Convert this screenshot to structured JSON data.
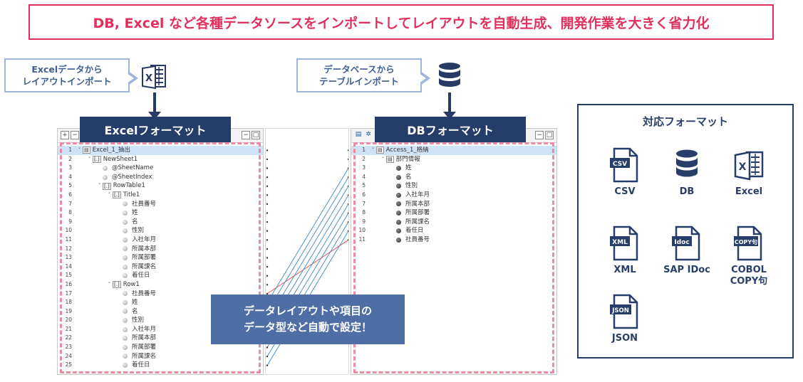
{
  "banner": {
    "text": "DB, Excel など各種データソースをインポートしてレイアウトを自動生成、開発作業を大きく省力化"
  },
  "callouts": {
    "excel_line1": "Excelデータから",
    "excel_line2": "レイアウトインポート",
    "db_line1": "データベースから",
    "db_line2": "テーブルインポート"
  },
  "labels": {
    "excel_format": "Excelフォーマット",
    "db_format": "DBフォーマット"
  },
  "excel_tree": [
    {
      "n": "1",
      "text": "Excel_1_抽出",
      "depth": 0,
      "icon": "root",
      "chev": "˅"
    },
    {
      "n": "2",
      "text": "NewSheet1",
      "depth": 1,
      "icon": "bracket",
      "chev": "˅"
    },
    {
      "n": "3",
      "text": "@SheetName",
      "depth": 2,
      "icon": "gray",
      "chev": ""
    },
    {
      "n": "4",
      "text": "@SheetIndex",
      "depth": 2,
      "icon": "gray",
      "chev": ""
    },
    {
      "n": "5",
      "text": "RowTable1",
      "depth": 2,
      "icon": "bracket",
      "chev": "˅"
    },
    {
      "n": "6",
      "text": "Title1",
      "depth": 3,
      "icon": "bracket",
      "chev": "˅"
    },
    {
      "n": "7",
      "text": "社員番号",
      "depth": 4,
      "icon": "gray",
      "chev": ""
    },
    {
      "n": "8",
      "text": "姓",
      "depth": 4,
      "icon": "gray",
      "chev": ""
    },
    {
      "n": "9",
      "text": "名",
      "depth": 4,
      "icon": "gray",
      "chev": ""
    },
    {
      "n": "10",
      "text": "性別",
      "depth": 4,
      "icon": "gray",
      "chev": ""
    },
    {
      "n": "11",
      "text": "入社年月",
      "depth": 4,
      "icon": "gray",
      "chev": ""
    },
    {
      "n": "12",
      "text": "所属本部",
      "depth": 4,
      "icon": "gray",
      "chev": ""
    },
    {
      "n": "13",
      "text": "所属部署",
      "depth": 4,
      "icon": "gray",
      "chev": ""
    },
    {
      "n": "14",
      "text": "所属課名",
      "depth": 4,
      "icon": "gray",
      "chev": ""
    },
    {
      "n": "15",
      "text": "着任日",
      "depth": 4,
      "icon": "gray",
      "chev": ""
    },
    {
      "n": "16",
      "text": "Row1",
      "depth": 3,
      "icon": "bracket",
      "chev": "˅"
    },
    {
      "n": "17",
      "text": "社員番号",
      "depth": 4,
      "icon": "gray",
      "chev": ""
    },
    {
      "n": "18",
      "text": "姓",
      "depth": 4,
      "icon": "gray",
      "chev": ""
    },
    {
      "n": "19",
      "text": "名",
      "depth": 4,
      "icon": "gray",
      "chev": ""
    },
    {
      "n": "20",
      "text": "性別",
      "depth": 4,
      "icon": "gray",
      "chev": ""
    },
    {
      "n": "21",
      "text": "入社年月",
      "depth": 4,
      "icon": "gray",
      "chev": ""
    },
    {
      "n": "22",
      "text": "所属本部",
      "depth": 4,
      "icon": "gray",
      "chev": ""
    },
    {
      "n": "23",
      "text": "所属部署",
      "depth": 4,
      "icon": "gray",
      "chev": ""
    },
    {
      "n": "24",
      "text": "所属課名",
      "depth": 4,
      "icon": "gray",
      "chev": ""
    },
    {
      "n": "25",
      "text": "着任日",
      "depth": 4,
      "icon": "gray",
      "chev": ""
    }
  ],
  "db_tree": [
    {
      "n": "1",
      "text": "Access_1_格納",
      "depth": 0,
      "icon": "root",
      "chev": "˅"
    },
    {
      "n": "2",
      "text": "部門情報",
      "depth": 1,
      "icon": "table",
      "chev": "˅"
    },
    {
      "n": "3",
      "text": "姓",
      "depth": 2,
      "icon": "dark",
      "chev": ""
    },
    {
      "n": "4",
      "text": "名",
      "depth": 2,
      "icon": "dark",
      "chev": ""
    },
    {
      "n": "5",
      "text": "性別",
      "depth": 2,
      "icon": "dark",
      "chev": ""
    },
    {
      "n": "6",
      "text": "入社年月",
      "depth": 2,
      "icon": "dark",
      "chev": ""
    },
    {
      "n": "7",
      "text": "所属本部",
      "depth": 2,
      "icon": "dark",
      "chev": ""
    },
    {
      "n": "8",
      "text": "所属部署",
      "depth": 2,
      "icon": "dark",
      "chev": ""
    },
    {
      "n": "9",
      "text": "所属課名",
      "depth": 2,
      "icon": "dark",
      "chev": ""
    },
    {
      "n": "10",
      "text": "着任日",
      "depth": 2,
      "icon": "dark",
      "chev": ""
    },
    {
      "n": "11",
      "text": "社員番号",
      "depth": 2,
      "icon": "dark",
      "chev": ""
    }
  ],
  "overlay": {
    "line1": "データレイアウトや項目の",
    "line2": "データ型など自動で設定！"
  },
  "support": {
    "title": "対応フォーマット",
    "csv": "CSV",
    "db": "DB",
    "excel": "Excel",
    "xml": "XML",
    "sap": "SAP IDoc",
    "cobol_line1": "COBOL",
    "cobol_line2": "COPY句",
    "json": "JSON",
    "icon_csv": "CSV",
    "icon_xml": "XML",
    "icon_idoc": "Idoc",
    "icon_copy": "COPY句",
    "icon_json": "JSON"
  },
  "colors": {
    "accent_red": "#e0305c",
    "navy": "#253d6b",
    "blue_box": "#4f6ea5",
    "dash_pink": "#ea8aa3"
  }
}
